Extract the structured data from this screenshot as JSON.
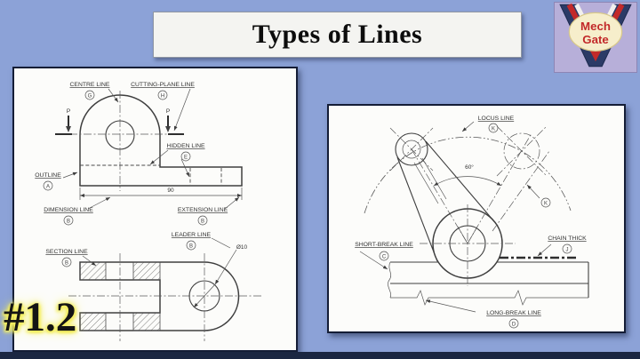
{
  "title": "Types of Lines",
  "slide_number": "#1.2",
  "logo": {
    "line1": "Mech",
    "line2": "Gate"
  },
  "colors": {
    "background": "#8ca2d7",
    "panel_border": "#141d36",
    "bottom_bar": "#1b2742",
    "highlight_yellow": "#f4ef62",
    "logo_red": "#c22a2a",
    "logo_navy": "#2b3a66",
    "logo_cream": "#f6eecb",
    "drawing_line": "#3e3e3e"
  },
  "left_panel": {
    "labels": {
      "centre": {
        "text": "CENTRE LINE",
        "letter": "G"
      },
      "cutting": {
        "text": "CUTTING-PLANE LINE",
        "letter": "H"
      },
      "hidden": {
        "text": "HIDDEN LINE",
        "letter": "E"
      },
      "outline": {
        "text": "OUTLINE",
        "letter": "A"
      },
      "dimension": {
        "text": "DIMENSION LINE",
        "letter": "B"
      },
      "extension": {
        "text": "EXTENSION LINE",
        "letter": "B"
      },
      "section": {
        "text": "SECTION LINE",
        "letter": "B"
      },
      "leader": {
        "text": "LEADER LINE",
        "letter": "B"
      }
    },
    "p_marker": "P",
    "width_dim": "90",
    "hole_dim": "Ø10"
  },
  "right_panel": {
    "labels": {
      "locus": {
        "text": "LOCUS LINE",
        "letter": "K"
      },
      "short_break": {
        "text": "SHORT-BREAK LINE",
        "letter": "C"
      },
      "chain_thick": {
        "text": "CHAIN THICK",
        "letter": "J"
      },
      "long_break": {
        "text": "LONG-BREAK LINE",
        "letter": "D"
      }
    },
    "k_marker": "K",
    "angle_dim": "60°"
  }
}
